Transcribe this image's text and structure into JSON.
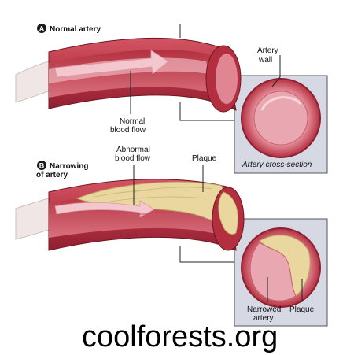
{
  "panel_a": {
    "badge": "A",
    "title": "Normal artery",
    "artery_wall": [
      "Artery",
      "wall"
    ],
    "flow_label": [
      "Normal",
      "blood flow"
    ],
    "cross_section_caption": "Artery cross-section"
  },
  "panel_b": {
    "badge": "B",
    "title": [
      "Narrowing",
      "of artery"
    ],
    "flow_label": [
      "Abnormal",
      "blood flow"
    ],
    "plaque_label": "Plaque",
    "narrowed_label": [
      "Narrowed",
      "artery"
    ],
    "plaque_label_2": "Plaque"
  },
  "watermark": "coolforests.org",
  "colors": {
    "artery": "#c0394a",
    "artery_dark": "#9a2233",
    "artery_light": "#e98f9a",
    "plaque": "#ead7a0",
    "panel_bg": "#d6d9e4",
    "badge": "#1a1a1a"
  }
}
